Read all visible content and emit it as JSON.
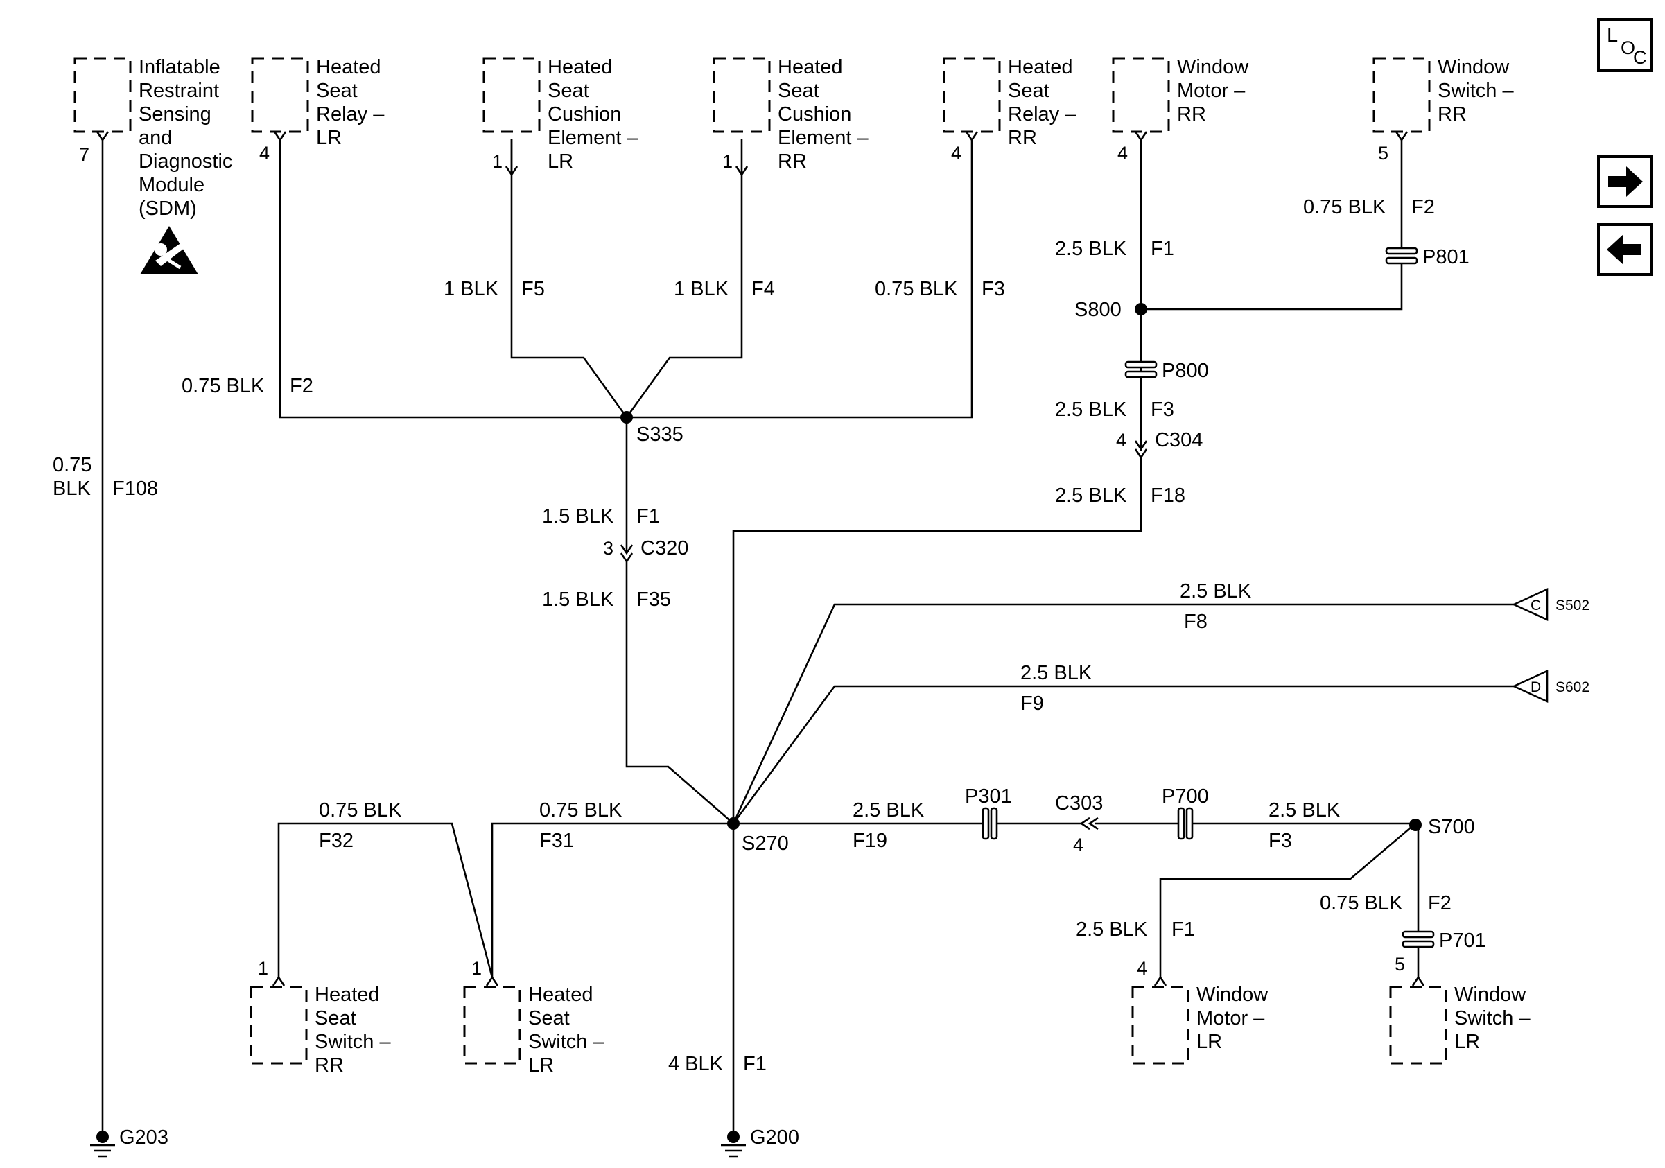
{
  "components": {
    "sdm": [
      "Inflatable",
      "Restraint",
      "Sensing",
      "and",
      "Diagnostic",
      "Module",
      "(SDM)"
    ],
    "seat_relay_lr": [
      "Heated",
      "Seat",
      "Relay –",
      "LR"
    ],
    "cushion_lr": [
      "Heated",
      "Seat",
      "Cushion",
      "Element –",
      "LR"
    ],
    "cushion_rr": [
      "Heated",
      "Seat",
      "Cushion",
      "Element –",
      "RR"
    ],
    "seat_relay_rr": [
      "Heated",
      "Seat",
      "Relay –",
      "RR"
    ],
    "window_motor_rr": [
      "Window",
      "Motor –",
      "RR"
    ],
    "window_switch_rr": [
      "Window",
      "Switch –",
      "RR"
    ],
    "seat_switch_rr": [
      "Heated",
      "Seat",
      "Switch –",
      "RR"
    ],
    "seat_switch_lr": [
      "Heated",
      "Seat",
      "Switch –",
      "LR"
    ],
    "window_motor_lr": [
      "Window",
      "Motor –",
      "LR"
    ],
    "window_switch_lr": [
      "Window",
      "Switch –",
      "LR"
    ]
  },
  "pins": {
    "sdm": "7",
    "seat_relay_lr": "4",
    "cushion_lr": "1",
    "cushion_rr": "1",
    "seat_relay_rr": "4",
    "window_motor_rr": "4",
    "window_switch_rr": "5",
    "seat_switch_rr": "1",
    "seat_switch_lr": "1",
    "window_motor_lr": "4",
    "window_switch_lr": "5",
    "c304": "4",
    "c320": "3",
    "c303": "4"
  },
  "wires": {
    "sdm_size": [
      "0.75",
      "BLK"
    ],
    "sdm_circuit": "F108",
    "relay_lr_size": "0.75 BLK",
    "relay_lr_circuit": "F2",
    "cushion_lr_size": "1 BLK",
    "cushion_lr_circuit": "F5",
    "cushion_rr_size": "1 BLK",
    "cushion_rr_circuit": "F4",
    "relay_rr_size": "0.75 BLK",
    "relay_rr_circuit": "F3",
    "motor_rr_size": "2.5 BLK",
    "motor_rr_circuit": "F1",
    "switch_rr_size": "0.75 BLK",
    "switch_rr_circuit": "F2",
    "p800_below_size": "2.5 BLK",
    "p800_below_circuit": "F3",
    "c304_below_size": "2.5 BLK",
    "c304_below_circuit": "F18",
    "s335_down_size": "1.5 BLK",
    "s335_down_circuit": "F1",
    "c320_below_size": "1.5 BLK",
    "c320_below_circuit": "F35",
    "s502_size": "2.5 BLK",
    "s502_circuit": "F8",
    "s602_size": "2.5 BLK",
    "s602_circuit": "F9",
    "f32_size": "0.75 BLK",
    "f32_circuit": "F32",
    "f31_size": "0.75 BLK",
    "f31_circuit": "F31",
    "f19_size": "2.5 BLK",
    "f19_circuit": "F19",
    "f3_size": "2.5 BLK",
    "f3_circuit": "F3",
    "motor_lr_size": "2.5 BLK",
    "motor_lr_circuit": "F1",
    "switch_lr_size": "0.75 BLK",
    "switch_lr_circuit": "F2",
    "ground_size": "4 BLK",
    "ground_circuit": "F1"
  },
  "splices": {
    "s800": "S800",
    "s335": "S335",
    "s270": "S270",
    "s700": "S700"
  },
  "connectors": {
    "c304": "C304",
    "c320": "C320",
    "c303": "C303",
    "p801": "P801",
    "p800": "P800",
    "p301": "P301",
    "p700": "P700",
    "p701": "P701"
  },
  "grounds": {
    "g203": "G203",
    "g200": "G200"
  },
  "offpage": {
    "s502": {
      "letter": "C",
      "label": "S502"
    },
    "s602": {
      "letter": "D",
      "label": "S602"
    }
  },
  "nav": {
    "loc_letters": [
      "L",
      "O",
      "C"
    ],
    "forward_icon": "right-arrow-icon",
    "back_icon": "left-arrow-icon"
  },
  "icons": {
    "warning": "airbag-warning-icon"
  }
}
